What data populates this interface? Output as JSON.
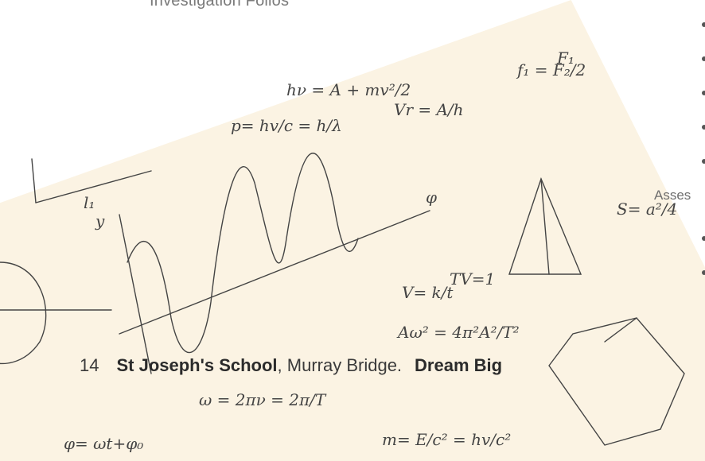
{
  "header": {
    "caption": "Investigation Folios"
  },
  "right_panel": {
    "section_label": "Asses"
  },
  "footer": {
    "page_number": "14",
    "school_name": "St Joseph's School",
    "location": ", Murray Bridge.",
    "motto": "Dream Big"
  },
  "colors": {
    "paper": "#fbf3e3",
    "ink": "#3a3a3a"
  }
}
